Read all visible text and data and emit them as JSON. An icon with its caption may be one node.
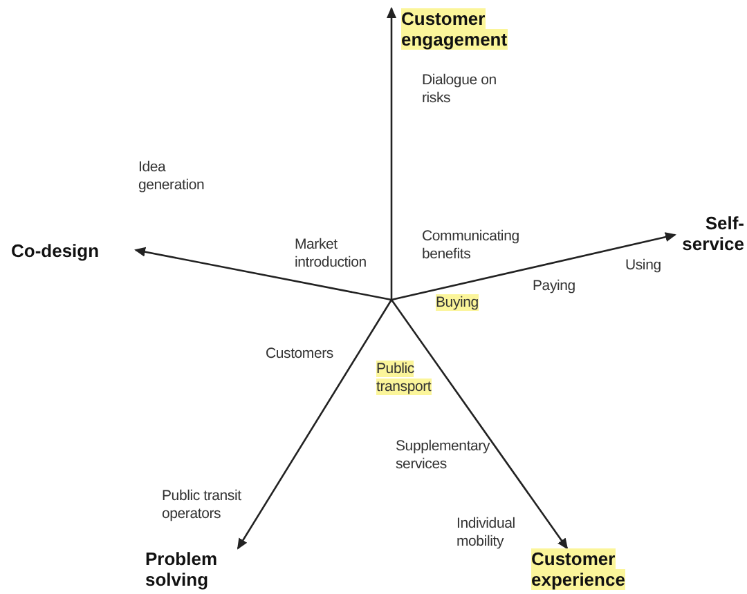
{
  "diagram": {
    "nodes": [
      {
        "text": [
          "Customer engagement"
        ]
      },
      {
        "text": [
          "Self-service"
        ]
      },
      {
        "text": [
          "Co-design"
        ]
      },
      {
        "text": [
          "Problem solving"
        ]
      },
      {
        "text": [
          "Customer experience"
        ]
      }
    ],
    "edges": [
      {
        "from": null,
        "to": 0,
        "arrow": "to"
      },
      {
        "from": null,
        "to": 1,
        "arrow": "to"
      },
      {
        "from": null,
        "to": 2,
        "arrow": "to"
      },
      {
        "from": null,
        "to": 3,
        "arrow": "to"
      },
      {
        "from": null,
        "to": 4,
        "arrow": "to"
      }
    ],
    "labels": [
      "Dialogue on risks",
      "Idea generation",
      "Market introduction",
      "Communicating benefits",
      "Using",
      "Paying",
      "Buying",
      "Customers",
      "Public transport",
      "Supplementary services",
      "Public transit operators",
      "Individual mobility"
    ]
  }
}
